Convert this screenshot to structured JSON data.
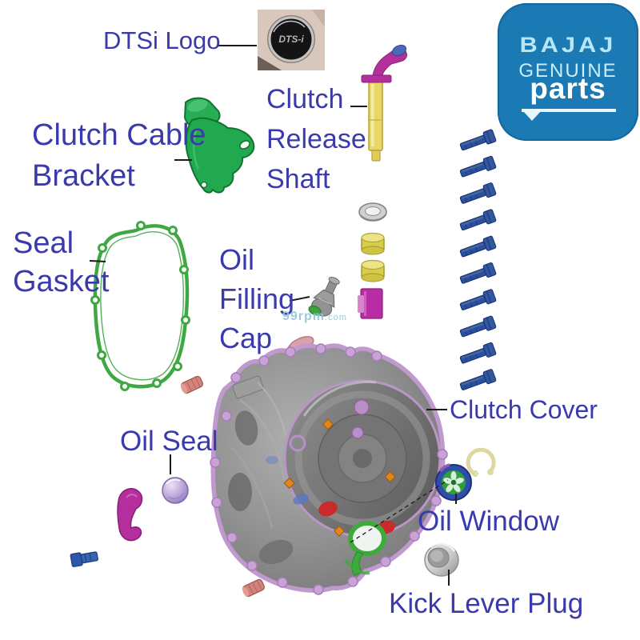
{
  "page": {
    "description": "Bajaj DTSi motorcycle clutch cover exploded parts diagram",
    "background": "#ffffff"
  },
  "watermark": {
    "text_main": "99rpm",
    "text_suffix": ".com"
  },
  "brand_badge": {
    "line1": "BAJAJ",
    "line2": "GENUINE",
    "line3": "parts",
    "bg_color": "#1b79b4",
    "light_text_color": "#b7e7f6",
    "white_text_color": "#ffffff"
  },
  "dtsi_badge": {
    "text": "DTS-i",
    "plate_color": "#d8c7bd",
    "disc_color": "#141414"
  },
  "label_style": {
    "color": "#3a3aad"
  },
  "labels": {
    "dtsi_logo": {
      "text": "DTSi Logo"
    },
    "clutch_cable_bracket": {
      "line1": "Clutch Cable",
      "line2": "Bracket"
    },
    "clutch_release_shaft": {
      "line1": "Clutch",
      "line2": "Release",
      "line3": "Shaft"
    },
    "seal_gasket": {
      "line1": "Seal",
      "line2": "Gasket"
    },
    "oil_filling_cap": {
      "line1": "Oil",
      "line2": "Filling",
      "line3": "Cap"
    },
    "clutch_cover": {
      "text": "Clutch Cover"
    },
    "oil_seal": {
      "text": "Oil Seal"
    },
    "oil_window": {
      "text": "Oil Window"
    },
    "kick_lever_plug": {
      "text": "Kick Lever Plug"
    }
  },
  "parts": {
    "cover_bolts": {
      "count": 10,
      "color": "#2a4f9d"
    },
    "clutch_cover": {
      "body_color": "#8a8a8a",
      "rim_color": "#c09ace"
    },
    "seal_gasket": {
      "color": "#3fa843"
    },
    "clutch_cable_bracket": {
      "color": "#22a84e"
    },
    "clutch_release_shaft": {
      "shaft_color": "#e9d765",
      "arm_color": "#b3309c",
      "tip_color": "#4a69b8"
    },
    "bearing": {
      "color": "#d0d0d0"
    },
    "bushes": {
      "count": 2,
      "color": "#d8cd4a"
    },
    "spacer": {
      "color": "#b92da4"
    },
    "oil_filling_cap": {
      "color": "#9c9c9c",
      "base_color": "#3da13d"
    },
    "oil_seal": {
      "color": "#b09ad0"
    },
    "kick_lever": {
      "color": "#b42f9d"
    },
    "drain_bolt": {
      "color": "#2d56a8"
    },
    "dowel_pins": {
      "count": 2,
      "color": "#d2837c"
    },
    "oil_window": {
      "rim_color": "#2e4fa8",
      "center_color": "#2f9e3f"
    },
    "circlip": {
      "color": "#ded8a0"
    },
    "kick_lever_plug": {
      "color": "#d8d8d8"
    }
  }
}
